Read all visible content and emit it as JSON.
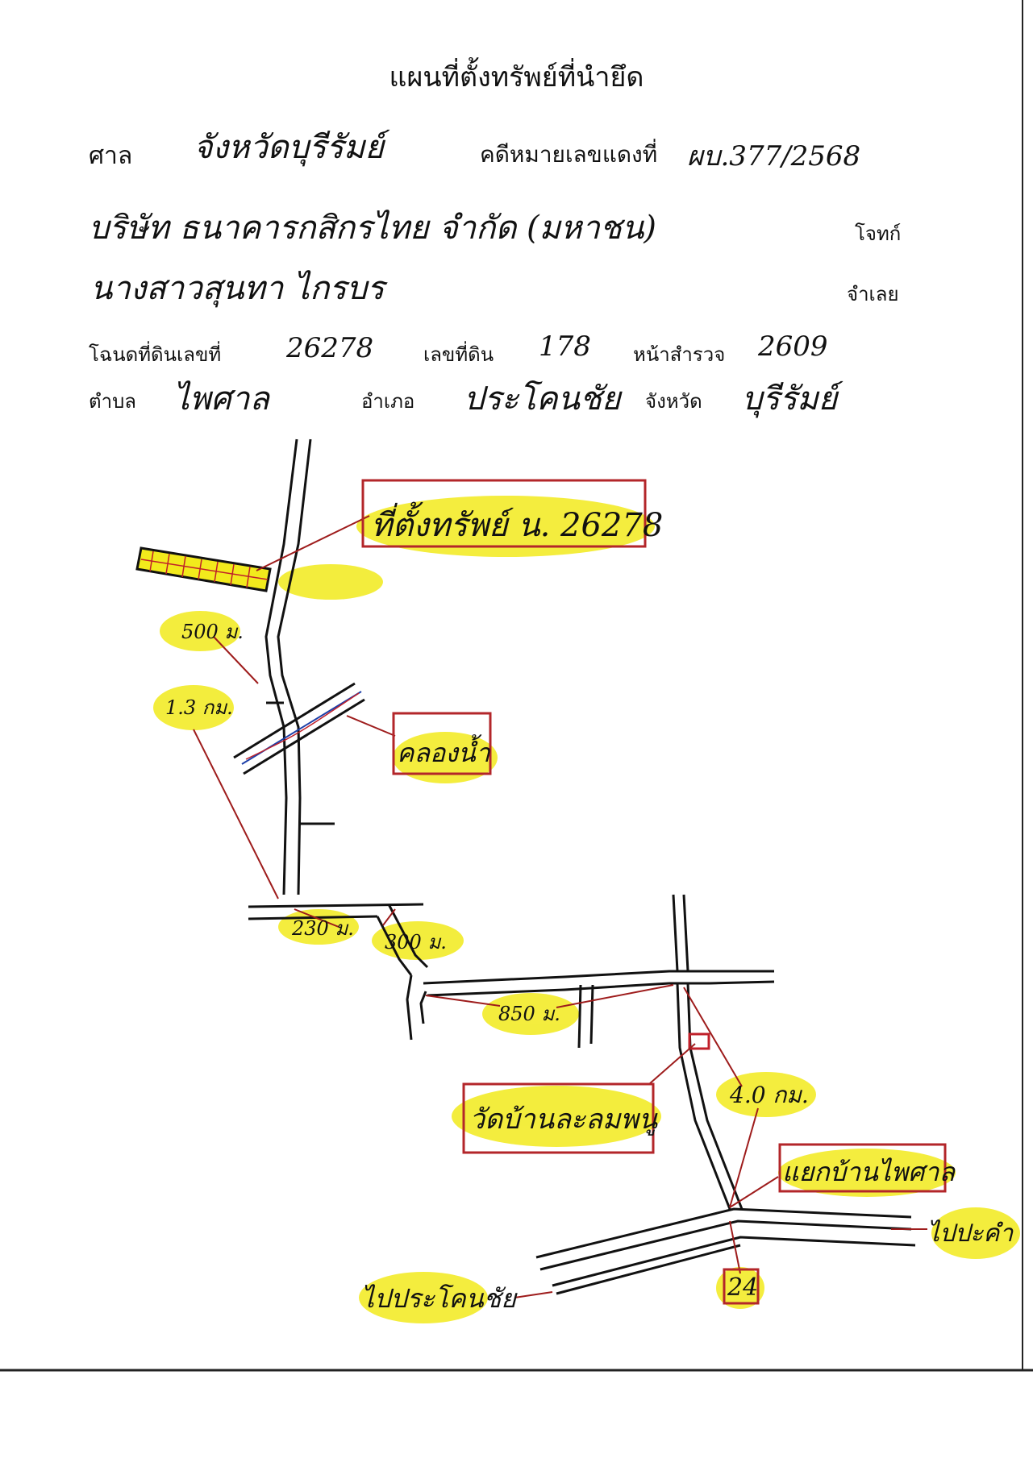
{
  "header": {
    "title": "แผนที่ตั้งทรัพย์ที่นำยึด",
    "court_label": "ศาล",
    "court_value": "จังหวัดบุรีรัมย์",
    "case_label": "คดีหมายเลขแดงที่",
    "case_value": "ผบ.377/2568",
    "plaintiff_value": "บริษัท ธนาคารกสิกรไทย จำกัด (มหาชน)",
    "plaintiff_label": "โจทก์",
    "defendant_value": "นางสาวสุนทา ไกรบร",
    "defendant_label": "จำเลย",
    "deed_label": "โฉนดที่ดินเลขที่",
    "deed_value": "26278",
    "land_no_label": "เลขที่ดิน",
    "land_no_value": "178",
    "survey_label": "หน้าสำรวจ",
    "survey_value": "2609",
    "subdistrict_label": "ตำบล",
    "subdistrict_value": "ไพศาล",
    "district_label": "อำเภอ",
    "district_value": "ประโคนชัย",
    "province_label": "จังหวัด",
    "province_value": "บุรีรัมย์"
  },
  "map": {
    "property_label": "ที่ตั้งทรัพย์ น. 26278",
    "canal_label": "คลองน้ำ",
    "temple_label": "วัดบ้านละลมพนู",
    "junction_label": "แยกบ้านไพศาล",
    "to_pakham_label": "ไปปะคำ",
    "to_prakhonchai_label": "ไปประโคนชัย",
    "route_number": "24",
    "dist_500": "500 ม.",
    "dist_1_3": "1.3 กม.",
    "dist_230": "230 ม.",
    "dist_300": "300 ม.",
    "dist_850": "850 ม.",
    "dist_4_0": "4.0 กม.",
    "colors": {
      "highlight": "#f2ea1c",
      "box": "#b3262a",
      "leader": "#9e1c1c",
      "road": "#111111",
      "canal": "#1d3fa8"
    }
  }
}
